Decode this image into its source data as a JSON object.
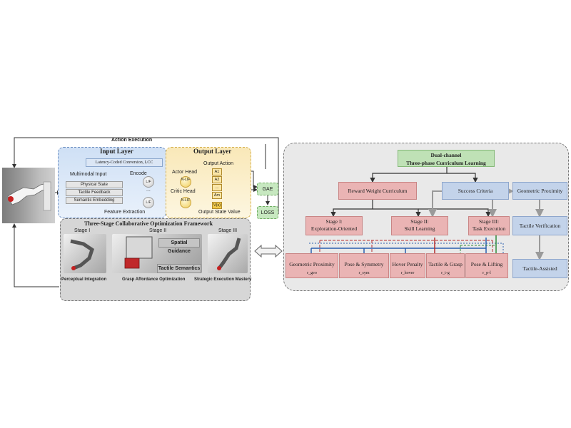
{
  "left": {
    "action_execution": "Action Execution",
    "input_layer_title": "Input Layer",
    "lcc": "Latency-Coded Conversion, LCC",
    "multimodal_input": "Multimodal Input",
    "encode": "Encode",
    "physical_state": "Physical State",
    "tactile_feedback": "Tactile Feedback",
    "semantic_embedding": "Semantic Embedding",
    "feature_extraction": "Feature Extraction",
    "lif": "LIF",
    "lif_dots": "...",
    "output_layer_title": "Output Layer",
    "output_action": "Output Action",
    "actor_head": "Actor Head",
    "critic_head": "Critic Head",
    "n_lif": "N-LIF",
    "actions": [
      "A1",
      "A2",
      "...",
      "Am"
    ],
    "value_cell": "V(s)",
    "output_state_value": "Output State Value",
    "gae": "GAE",
    "loss": "LOSS",
    "framework_title": "Three-Stage Collaborative Optimization Framework",
    "stage1": "Stage I",
    "stage2": "Stage II",
    "stage3": "Stage III",
    "spatial_guidance": "Spatial Guidance",
    "tactile_semantics": "Tactile Semantics",
    "cap1": "Perceptual Integration",
    "cap2": "Grasp Affordance Optimization",
    "cap3": "Strategic Execution Mastery"
  },
  "right": {
    "title_line1": "Dual-channel",
    "title_line2": "Three-phase Curriculum Learning",
    "reward_curriculum": "Reward Weight Curriculum",
    "success_criteria": "Success Criteria",
    "stage1_a": "Stage I:",
    "stage1_b": "Exploration-Oriented",
    "stage2_a": "Stage II:",
    "stage2_b": "Skill Learning",
    "stage3_a": "Stage III:",
    "stage3_b": "Task Execution",
    "geo_prox_right": "Geometric Proximity",
    "tactile_verification": "Tactile Verification",
    "tactile_assisted": "Tactile-Assisted",
    "rewards": [
      {
        "name": "Geometric Proximity",
        "sym": "r_geo"
      },
      {
        "name": "Pose & Symmetry",
        "sym": "r_sym"
      },
      {
        "name": "Hover Penalty",
        "sym": "r_hover"
      },
      {
        "name": "Tactile & Grasp",
        "sym": "r_t-g"
      },
      {
        "name": "Pose & Lifting",
        "sym": "r_p-l"
      }
    ]
  },
  "colors": {
    "blue_arrow": "#2a5fb0",
    "red_arrow": "#b52b2b",
    "green_arrow": "#2f8a3a",
    "gray_arrow": "#9a9a9a",
    "dark_arrow": "#333333"
  }
}
